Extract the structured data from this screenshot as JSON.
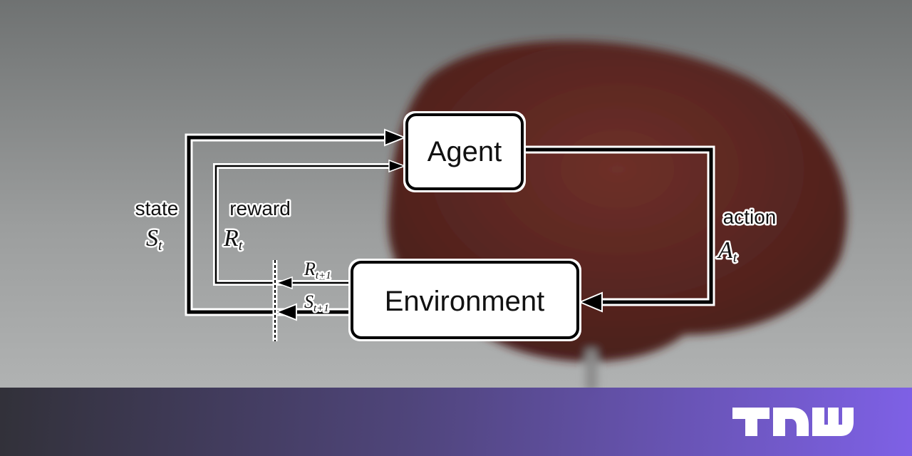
{
  "diagram": {
    "nodes": [
      {
        "id": "agent",
        "label": "Agent"
      },
      {
        "id": "environment",
        "label": "Environment"
      }
    ],
    "edges": [
      {
        "from": "agent",
        "to": "environment",
        "label": "action",
        "symbol": "A",
        "subscript": "t"
      },
      {
        "from": "environment",
        "to": "agent",
        "label": "state",
        "symbol": "S",
        "subscript": "t",
        "next_symbol": "S",
        "next_subscript": "t+1"
      },
      {
        "from": "environment",
        "to": "agent",
        "label": "reward",
        "symbol": "R",
        "subscript": "t",
        "next_symbol": "R",
        "next_subscript": "t+1"
      }
    ]
  },
  "branding": {
    "logo_text": "TNW",
    "band_colors": [
      "#2b2a33",
      "#7b5ce8"
    ]
  },
  "colors": {
    "background": "#8f9191",
    "brain": "#5e2a24"
  }
}
